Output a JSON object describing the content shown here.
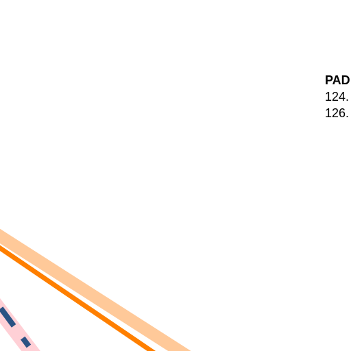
{
  "map": {
    "label": {
      "name": "PAD",
      "frequencies": [
        "124.",
        "126."
      ]
    },
    "colors": {
      "background": "#ffffff",
      "route_halo": "#ffc999",
      "route_line": "#ff7f00",
      "boundary_fill": "#ffd0d6",
      "boundary_dash": "#2b5283"
    }
  }
}
